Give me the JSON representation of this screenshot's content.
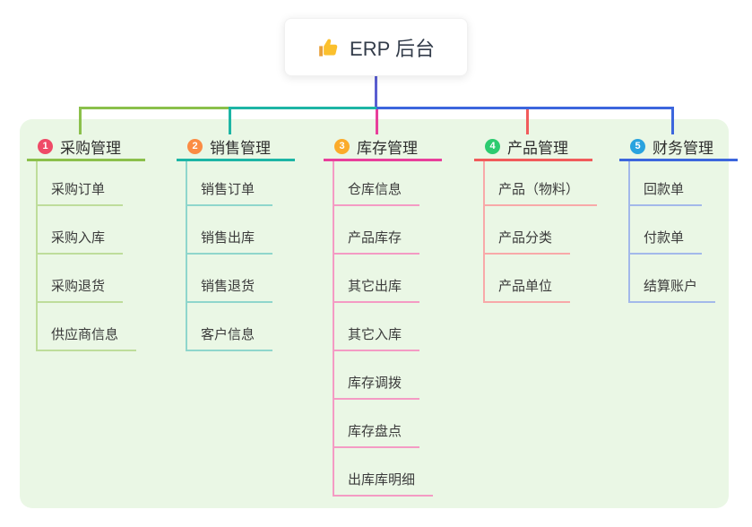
{
  "root": {
    "label": "ERP 后台",
    "icon": "thumbs-up"
  },
  "theme": {
    "panel_bg": "#eaf7e5",
    "root_line_color": "#5a5ed1",
    "thumb_color": "#fbc02d",
    "thumb_sleeve_color": "#e9a13b"
  },
  "branches": [
    {
      "badge": "1",
      "label": "采购管理",
      "badge_color": "#ef4a67",
      "line_color": "#8bc04b",
      "child_line_color": "#bedd9b",
      "children": [
        "采购订单",
        "采购入库",
        "采购退货",
        "供应商信息"
      ]
    },
    {
      "badge": "2",
      "label": "销售管理",
      "badge_color": "#fb8c44",
      "line_color": "#1db5a5",
      "child_line_color": "#8fd6cc",
      "children": [
        "销售订单",
        "销售出库",
        "销售退货",
        "客户信息"
      ]
    },
    {
      "badge": "3",
      "label": "库存管理",
      "badge_color": "#fbab2a",
      "line_color": "#e83f9b",
      "child_line_color": "#f49bc4",
      "children": [
        "仓库信息",
        "产品库存",
        "其它出库",
        "其它入库",
        "库存调拨",
        "库存盘点",
        "出库库明细"
      ]
    },
    {
      "badge": "4",
      "label": "产品管理",
      "badge_color": "#2dcb70",
      "line_color": "#f15b5b",
      "child_line_color": "#f8a9a9",
      "children": [
        "产品（物料）",
        "产品分类",
        "产品单位"
      ]
    },
    {
      "badge": "5",
      "label": "财务管理",
      "badge_color": "#29a3df",
      "line_color": "#3c66dd",
      "child_line_color": "#a3b9ea",
      "children": [
        "回款单",
        "付款单",
        "结算账户"
      ]
    }
  ]
}
